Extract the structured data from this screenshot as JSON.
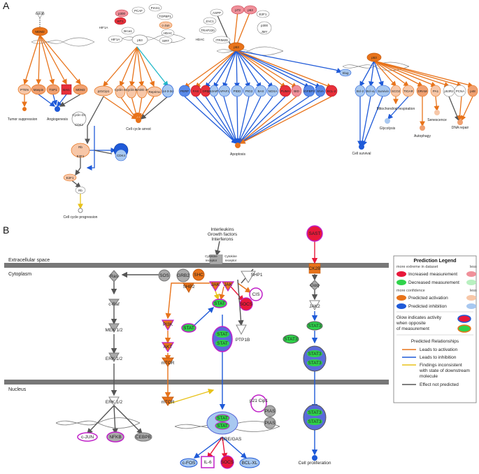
{
  "panels": {
    "a": "A",
    "b": "B"
  },
  "a_nodes": {
    "gsk3b": "Gsk3β",
    "mdm2_top": "MDM2",
    "pten": "PTEN",
    "mapsin": "Maspin",
    "tsp1": "TSP1",
    "bai1": "BAI1",
    "mdm2": "MDM2",
    "tumor_suppression": "Tumor suppression",
    "angiogenesis": "Angiogenesis",
    "hif1a_top": "HIF1A",
    "pcaf": "PCAF",
    "pias1": "PIAS1",
    "topbp1": "TOPBP1",
    "p300": "p300",
    "wt1": "WT1",
    "brca1": "Brca1",
    "cjun": "c-Jun",
    "hdac": "HDAC",
    "hif1a": "HIF1A",
    "sirt": "SIRT",
    "p53a": "p53",
    "p21cip1": "p21Cip1",
    "cyclin_g": "Cyclin G",
    "cyclin_k": "Cyclin K",
    "gadd45": "GADD 45",
    "reprimo": "Reprimo",
    "ss14": "14-3-3σ",
    "cell_cycle_arrest": "Cell cycle arrest",
    "cyclin_d1": "Cyclin D1",
    "cdk2": "CDK2",
    "rb_a": "Rb",
    "e2f1_a": "E2F1",
    "cdk4": "CDK4",
    "e2f1_b": "E2F1",
    "rb_b": "Rb",
    "cell_cycle_progression": "Cell cycle progression",
    "aspp": "ASPP",
    "p73": "p73",
    "p63": "p63",
    "e2f1_c": "E2F1",
    "zac1": "ZAC1",
    "p300_b": "p300",
    "trap220": "TRAP220",
    "jmy": "JMY",
    "hdac_b": "HDAC",
    "itrim29": "ITRIM29",
    "p53b": "p53",
    "perp": "PERP",
    "fas": "FAS",
    "dr5": "DR5",
    "p53aip1": "p53AIP1",
    "apaf1": "APAF1",
    "pidd": "PIDD",
    "pig3": "PIG3",
    "bax": "BAX",
    "noxa": "NOXA",
    "puma": "PUMA",
    "bid": "BID",
    "igfbp3": "IGFBP3",
    "siva": "SIVA",
    "bcl2": "BCL-2",
    "apoptosis": "Apoptosis",
    "slug": "Slug",
    "p53c": "p53",
    "bcl2b": "Bcl-2",
    "bclxl_a": "Bcl-xL",
    "survivin": "Survivin",
    "sco2": "SCO2",
    "tigar": "TIGAR",
    "dram": "DRAM",
    "pa1": "PA1",
    "p53r2": "p53R2",
    "pcna": "PCNA",
    "p48": "p48",
    "cell_survival": "Cell survival",
    "mito_resp": "Mitochondrial respiration",
    "glycolysis": "Glycolysis",
    "autophagy": "Autophagy",
    "senescence": "Senescence",
    "dna_repair": "DNA repair"
  },
  "b_nodes": {
    "ligands_1": "Interleukins",
    "ligands_2": "Growth factors",
    "ligands_3": "Interferons",
    "extracellular": "Extracellular space",
    "cytoplasm": "Cytoplasm",
    "nucleus": "Nucleus",
    "sast": "SAST",
    "ck2b": "CK2B",
    "cytokine_rec_1": "Cytokine",
    "cytokine_rec_2": "receptor",
    "ras": "Ras",
    "sos": "SOS",
    "grb2": "GRB2",
    "shc": "SHC",
    "shp2": "SHP2",
    "jak1": "JAK",
    "jak2": "JAK",
    "shp1": "SHP1",
    "cis": "CIS",
    "craf": "c-Raf",
    "pi3k": "PI3K",
    "stat_a": "STAT",
    "socs_a": "SOCS",
    "stat_b": "STAT",
    "stat_c1": "STAT",
    "stat_c2": "STAT",
    "ptp1b": "PTP1B",
    "akt": "AKT",
    "mek12": "MEK 1/2",
    "erk12_cyt": "ERK 1/2",
    "mtor_cyt": "mTOR",
    "mtor_nuc": "mTOR",
    "erk12_nuc": "ERK 1/2",
    "gaq": "Gαq",
    "jak2_r": "JAK2",
    "stat3_a": "STAT3",
    "stat3_b": "STAT3",
    "stat3_c1": "STAT3",
    "stat3_c2": "STAT3",
    "stat3_d1": "STAT3",
    "stat3_d2": "STAT3",
    "cjun_b": "c-JUN",
    "nfkb": "NFKB",
    "cebpb": "CEBPB",
    "stat_n1": "STAT",
    "stat_n2": "STAT",
    "p21cip1_b": "p21 Cip1",
    "pias_a": "PIAS",
    "pias_b": "PIAS",
    "isre_gas": "ISRE/GAS",
    "cfos": "c-FOS",
    "il6": "IL-6",
    "socs_b": "SOCS",
    "bclxl_b": "BCL-XL",
    "cell_proliferation": "Cell proliferation"
  },
  "legend": {
    "title": "Prediction Legend",
    "more_extreme": "more extreme in dataset",
    "less_1": "less",
    "increased": "Increased measurement",
    "decreased": "Decreased measurement",
    "more_confidence": "more confidence",
    "less_2": "less",
    "pred_activation": "Predicted activation",
    "pred_inhibition": "Predicted inhibition",
    "glow_1": "Glow indicates activity",
    "glow_2": "when opposite",
    "glow_3": "of measurement",
    "rel_title": "Predicted Relationships",
    "rel_activation": "Leads to activation",
    "rel_inhibition": "Leads to inhibition",
    "rel_inconsistent_1": "Findings inconsistent",
    "rel_inconsistent_2": "with state of downstream",
    "rel_inconsistent_3": "molecule",
    "rel_not_predicted": "Effect not predicted"
  },
  "colors": {
    "activation": "#e8731a",
    "inhibition": "#1f5ad8",
    "inconsistent": "#e8c21a",
    "not_predicted": "#555555",
    "increased": "#e8183a",
    "decreased": "#2fd34a",
    "glow": "#c020c8",
    "membrane": "#777777"
  }
}
